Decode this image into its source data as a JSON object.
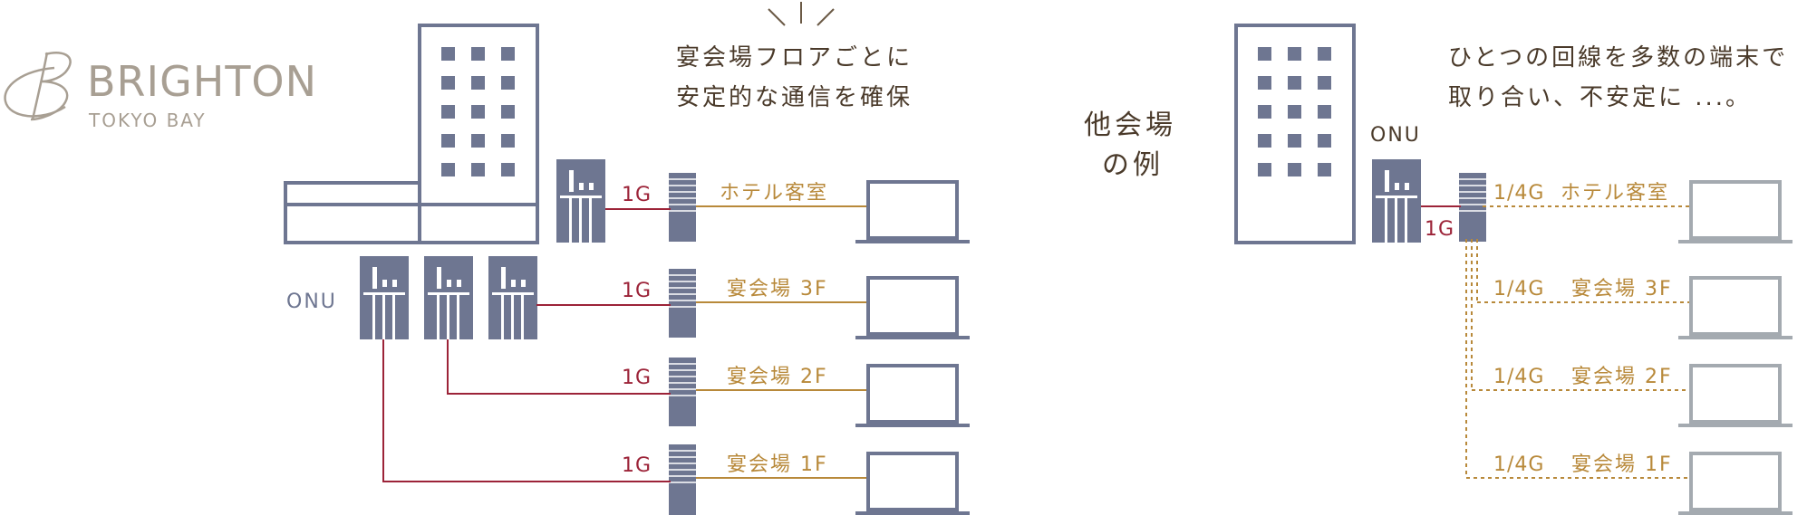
{
  "brand": {
    "name": "BRIGHTON",
    "sub": "TOKYO BAY",
    "colors": {
      "logo": "#a89f93"
    }
  },
  "colors": {
    "device": "#6e7691",
    "fiber_line": "#9c2338",
    "lan_line": "#b8893a",
    "label_red": "#9c2338",
    "label_gold": "#b8893a",
    "inactive_laptop": "#a4aab0",
    "caption": "#4a3a2a"
  },
  "left": {
    "caption_line1": "宴会場フロアごとに",
    "caption_line2": "安定的な通信を確保",
    "onu_label": "ONU",
    "rows": [
      {
        "speed": "1G",
        "label": "ホテル客室"
      },
      {
        "speed": "1G",
        "label": "宴会場 3F"
      },
      {
        "speed": "1G",
        "label": "宴会場 2F"
      },
      {
        "speed": "1G",
        "label": "宴会場 1F"
      }
    ]
  },
  "right": {
    "heading_line1": "他会場",
    "heading_line2": "の例",
    "caption_line1": "ひとつの回線を多数の端末で",
    "caption_line2": "取り合い、不安定に ...。",
    "onu_label": "ONU",
    "speed": "1G",
    "rows": [
      {
        "share": "1/4G",
        "label": "ホテル客室"
      },
      {
        "share": "1/4G",
        "label": "宴会場 3F"
      },
      {
        "share": "1/4G",
        "label": "宴会場 2F"
      },
      {
        "share": "1/4G",
        "label": "宴会場 1F"
      }
    ]
  }
}
